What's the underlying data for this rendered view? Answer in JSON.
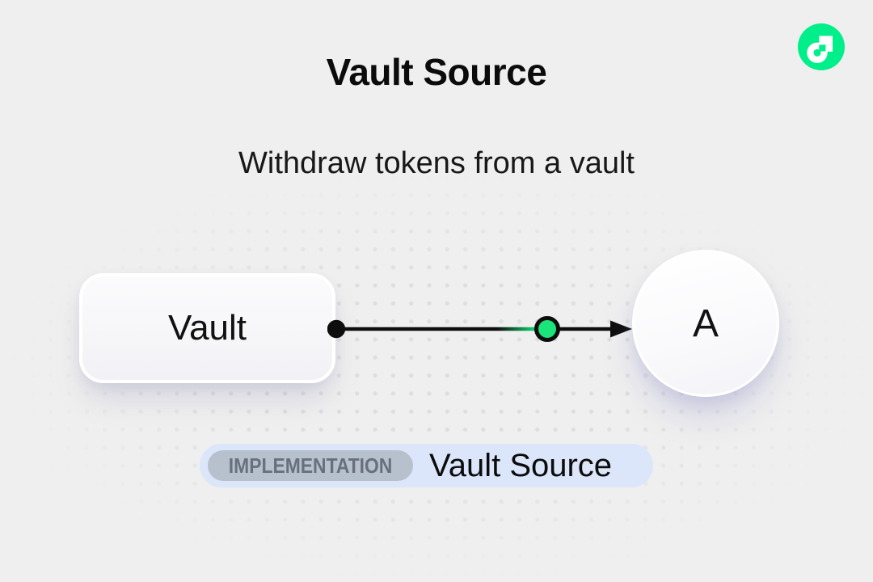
{
  "page": {
    "title": "Vault Source",
    "subtitle": "Withdraw tokens from a vault"
  },
  "diagram": {
    "vault_label": "Vault",
    "account_label": "A"
  },
  "badge": {
    "tag": "IMPLEMENTATION",
    "name": "Vault Source"
  },
  "logo": {
    "icon": "flow-logo"
  },
  "colors": {
    "background": "#efefef",
    "dot_grid": "#dedee1",
    "flow_green": "#00ef8b",
    "marker_green": "#1be47a",
    "ink": "#0d0d0d",
    "badge_background": "#dbe6fa",
    "tag_background": "#b7c0cd",
    "tag_text": "#68707e"
  }
}
